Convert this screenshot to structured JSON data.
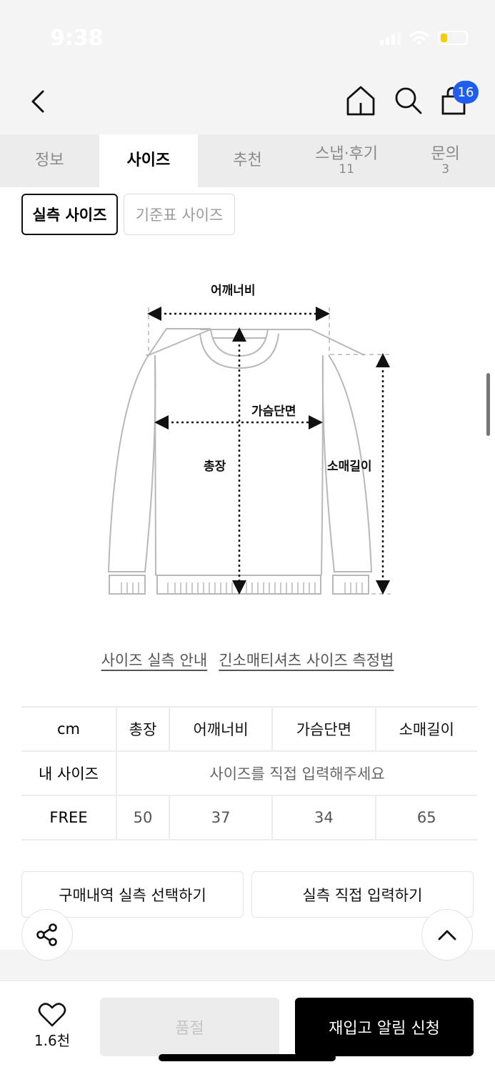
{
  "status_bar": {
    "time": "9:38"
  },
  "nav": {
    "back_icon": "chevron-left-icon",
    "home_icon": "home-icon",
    "search_icon": "search-icon",
    "cart_icon": "shopping-bag-icon",
    "cart_badge": "16"
  },
  "tabs": [
    {
      "label": "정보",
      "count": null,
      "active": false
    },
    {
      "label": "사이즈",
      "count": null,
      "active": true
    },
    {
      "label": "추천",
      "count": null,
      "active": false
    },
    {
      "label": "스냅·후기",
      "count": "11",
      "active": false
    },
    {
      "label": "문의",
      "count": "3",
      "active": false
    }
  ],
  "size_mode": {
    "actual": "실측 사이즈",
    "standard": "기준표 사이즈"
  },
  "diagram": {
    "shoulder": "어깨너비",
    "chest": "가슴단면",
    "length": "총장",
    "sleeve": "소매길이"
  },
  "guide_links": {
    "actual_guide": "사이즈 실측 안내",
    "measure_method": "긴소매티셔츠 사이즈 측정법"
  },
  "size_table": {
    "unit": "cm",
    "headers": [
      "총장",
      "어깨너비",
      "가슴단면",
      "소매길이"
    ],
    "my_size_label": "내 사이즈",
    "my_size_hint": "사이즈를 직접 입력해주세요",
    "rows": [
      {
        "size": "FREE",
        "values": [
          "50",
          "37",
          "34",
          "65"
        ]
      }
    ]
  },
  "actions": {
    "history_select": "구매내역 실측 선택하기",
    "direct_input": "실측 직접 입력하기"
  },
  "fab": {
    "share_icon": "share-icon",
    "top_icon": "chevron-up-icon"
  },
  "bottom_bar": {
    "like_icon": "heart-icon",
    "like_count": "1.6천",
    "soldout": "품절",
    "restock": "재입고 알림 신청"
  },
  "colors": {
    "badge": "#1f5cf0",
    "battery": "#f6cf00",
    "primary_button": "#000000",
    "disabled_button": "#ececec"
  }
}
